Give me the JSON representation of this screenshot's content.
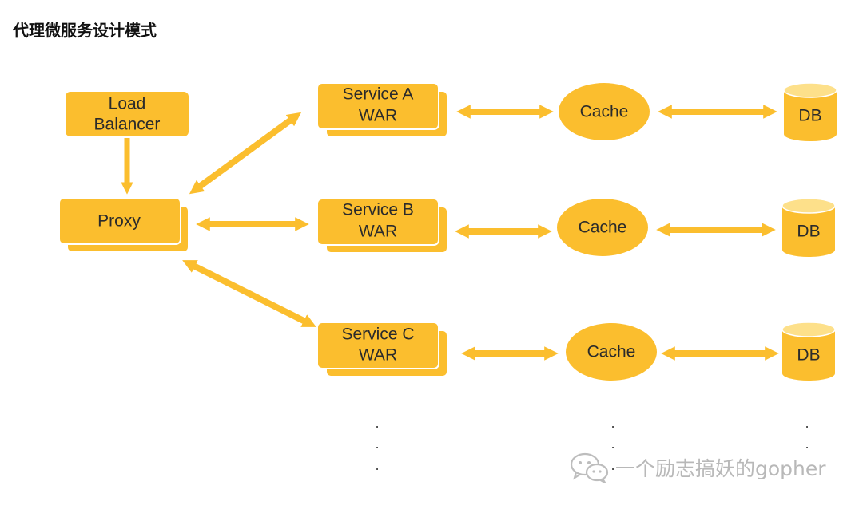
{
  "title": "代理微服务设计模式",
  "colors": {
    "box": "#FBBE2E",
    "box_shadow": "#F5B41E",
    "box_border": "#ffffff",
    "text": "#2b2b2b"
  },
  "nodes": {
    "load_balancer": {
      "line1": "Load",
      "line2": "Balancer"
    },
    "proxy": {
      "label": "Proxy"
    },
    "service_a": {
      "line1": "Service A",
      "line2": "WAR"
    },
    "service_b": {
      "line1": "Service B",
      "line2": "WAR"
    },
    "service_c": {
      "line1": "Service C",
      "line2": "WAR"
    },
    "cache_a": {
      "label": "Cache"
    },
    "cache_b": {
      "label": "Cache"
    },
    "cache_c": {
      "label": "Cache"
    },
    "db_a": {
      "label": "DB"
    },
    "db_b": {
      "label": "DB"
    },
    "db_c": {
      "label": "DB"
    }
  },
  "ellipsis": ".",
  "watermark": {
    "text": "一个励志搞妖的gopher",
    "icon": "wechat-icon"
  }
}
